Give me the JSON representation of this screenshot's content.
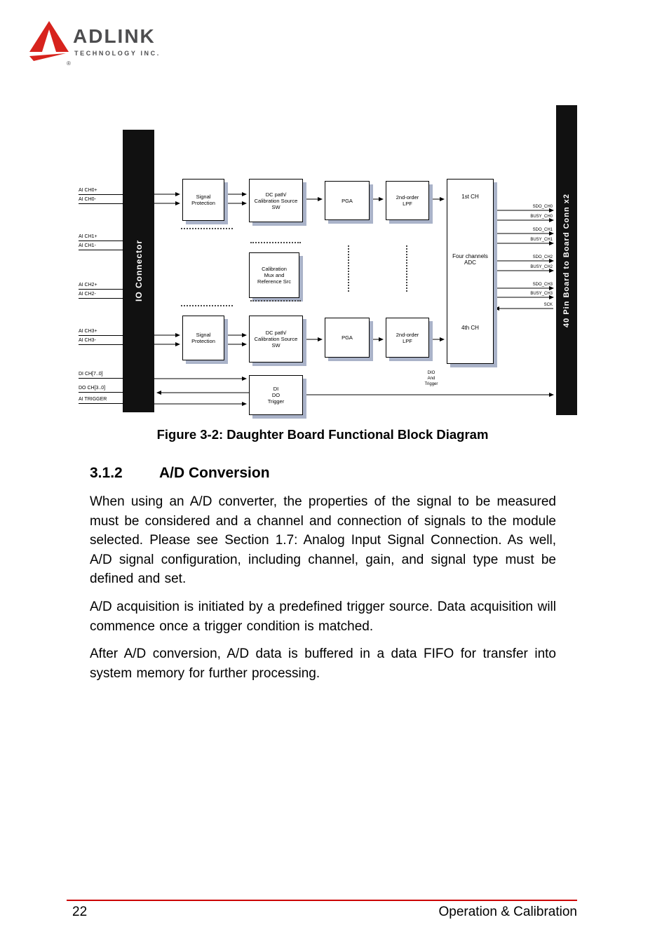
{
  "colors": {
    "brand_red": "#d7231d",
    "footer_rule_red": "#cc0000",
    "connector_bar_black": "#111111",
    "block_shadow": "#aab3c9"
  },
  "logo": {
    "brand": "ADLINK",
    "subtitle": "TECHNOLOGY INC.",
    "registered_mark": "®"
  },
  "diagram": {
    "io_connector_label": "IO Connector",
    "board_connector_label": "40 Pin Board to Board Conn x2",
    "left_labels": [
      "AI CH0+",
      "AI CH0-",
      "AI CH1+",
      "AI CH1-",
      "AI CH2+",
      "AI CH2-",
      "AI CH3+",
      "AI CH3-",
      "DI CH[7..0]",
      "DO CH[3..0]",
      "AI TRIGGER"
    ],
    "blocks": {
      "signal_protection": "Signal\nProtection",
      "dc_path": "DC path/\nCalibration Source\nSW",
      "pga": "PGA",
      "lpf": "2nd-order\nLPF",
      "cal_mux": "Calibration\nMux and\nReference Src",
      "adc_top": "1st CH",
      "adc_mid": "Four channels\nADC",
      "adc_bottom": "4th CH",
      "di_do_trigger": "DI\nDO\nTrigger",
      "dio_and_trigger": "DIO\nAnd\nTrigger"
    },
    "bus_labels": [
      "SDO_CH0",
      "BUSY_CH0",
      "SDO_CH1",
      "BUSY_CH1",
      "SDO_CH2",
      "BUSY_CH2",
      "SDO_CH3",
      "BUSY_CH3",
      "SCK"
    ]
  },
  "content": {
    "figure_caption": "Figure 3-2: Daughter Board Functional Block Diagram",
    "section_number": "3.1.2",
    "section_title": "A/D Conversion",
    "paragraphs": [
      "When using an A/D converter, the properties of the signal to be measured must be considered and a channel and connection of signals to the module selected. Please see Section 1.7: Analog Input Signal Connection. As well, A/D signal configuration, including channel, gain, and signal type must be defined and set.",
      "A/D acquisition is initiated by a predefined trigger source. Data acquisition will commence once a trigger condition is matched.",
      "After A/D conversion, A/D data is buffered in a data FIFO for transfer into system memory for further processing."
    ]
  },
  "footer": {
    "page_number": "22",
    "section_name": "Operation & Calibration"
  }
}
